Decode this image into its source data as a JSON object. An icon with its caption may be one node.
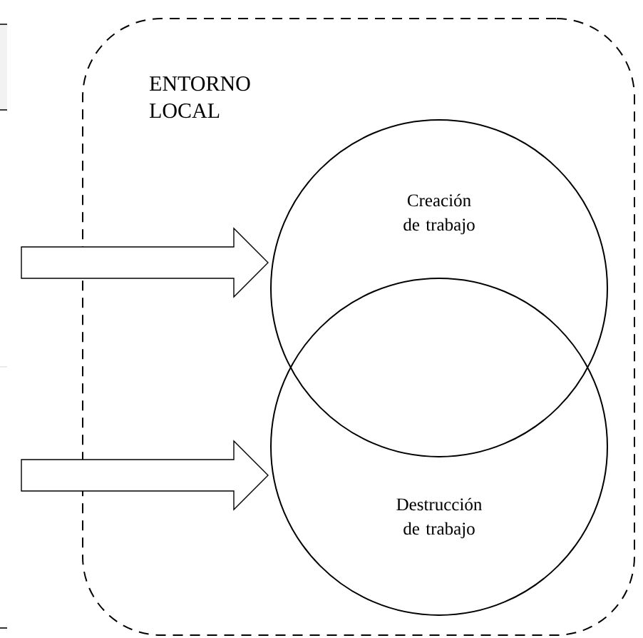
{
  "diagram": {
    "nodes": [
      {
        "text": [
          "ENTORNO LOCAL"
        ]
      },
      {
        "text": [
          "Creación de trabajo"
        ],
        "in": 0
      },
      {
        "text": [
          "Destrucción de trabajo"
        ],
        "in": 0
      }
    ],
    "edges": [
      {
        "from": null,
        "to": 1,
        "arrow": "to"
      },
      {
        "from": null,
        "to": 2,
        "arrow": "to"
      }
    ]
  }
}
